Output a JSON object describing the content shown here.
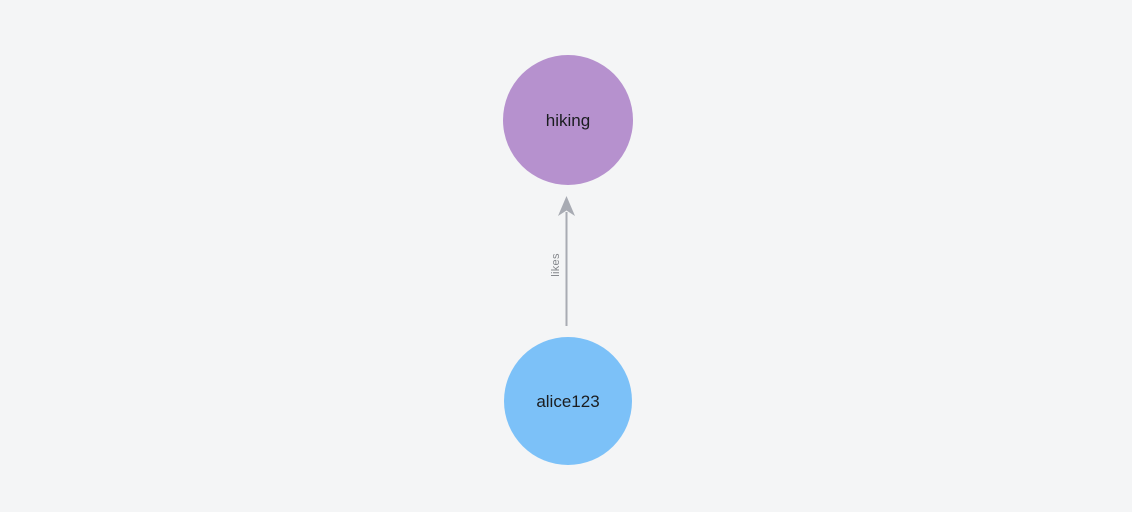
{
  "graph": {
    "background_color": "#f4f5f6",
    "nodes": [
      {
        "id": "hiking",
        "label": "hiking",
        "color": "#b691ce",
        "label_color": "#1b1d20"
      },
      {
        "id": "alice123",
        "label": "alice123",
        "color": "#7cc1f8",
        "label_color": "#1b1d20"
      }
    ],
    "edges": [
      {
        "from": "alice123",
        "to": "hiking",
        "label": "likes",
        "color": "#a8abb3",
        "label_color": "#83868b"
      }
    ]
  }
}
